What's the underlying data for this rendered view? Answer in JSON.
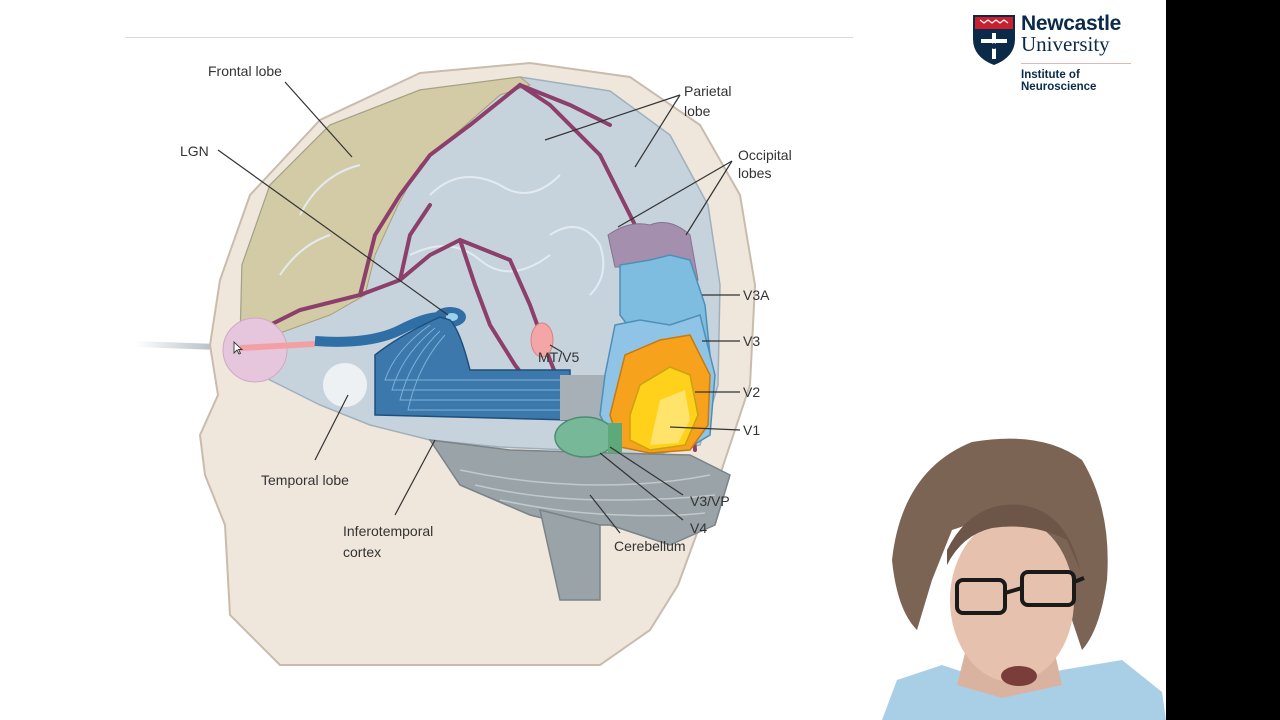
{
  "logo": {
    "name_line1": "Newcastle",
    "name_line2": "University",
    "subtitle_line1": "Institute of",
    "subtitle_line2": "Neuroscience"
  },
  "diagram_labels": {
    "frontal_lobe": "Frontal lobe",
    "lgn": "LGN",
    "parietal_lobe_1": "Parietal",
    "parietal_lobe_2": "lobe",
    "occipital_lobes_1": "Occipital",
    "occipital_lobes_2": "lobes",
    "v3a": "V3A",
    "v3": "V3",
    "mt_v5": "MT/V5",
    "v2": "V2",
    "v1": "V1",
    "temporal_lobe": "Temporal lobe",
    "v3_vp": "V3/VP",
    "v4": "V4",
    "inferotemporal_1": "Inferotemporal",
    "inferotemporal_2": "cortex",
    "cerebellum": "Cerebellum"
  },
  "colors": {
    "head_skin": "#efe6dc",
    "head_outline": "#c9bcad",
    "brain": "#c6d3dd",
    "frontal": "#d2cba6",
    "artery": "#8c3f6a",
    "optic_tract": "#2f6fa5",
    "v1": "#ffd11a",
    "v2": "#f7a21c",
    "v3": "#8fc4e6",
    "v3a": "#7fbde0",
    "v4": "#77b898",
    "occipital_top": "#a58fae",
    "cerebellum": "#9aa3a8",
    "mt": "#f4a5a5",
    "eye": "#e6c6dc"
  }
}
